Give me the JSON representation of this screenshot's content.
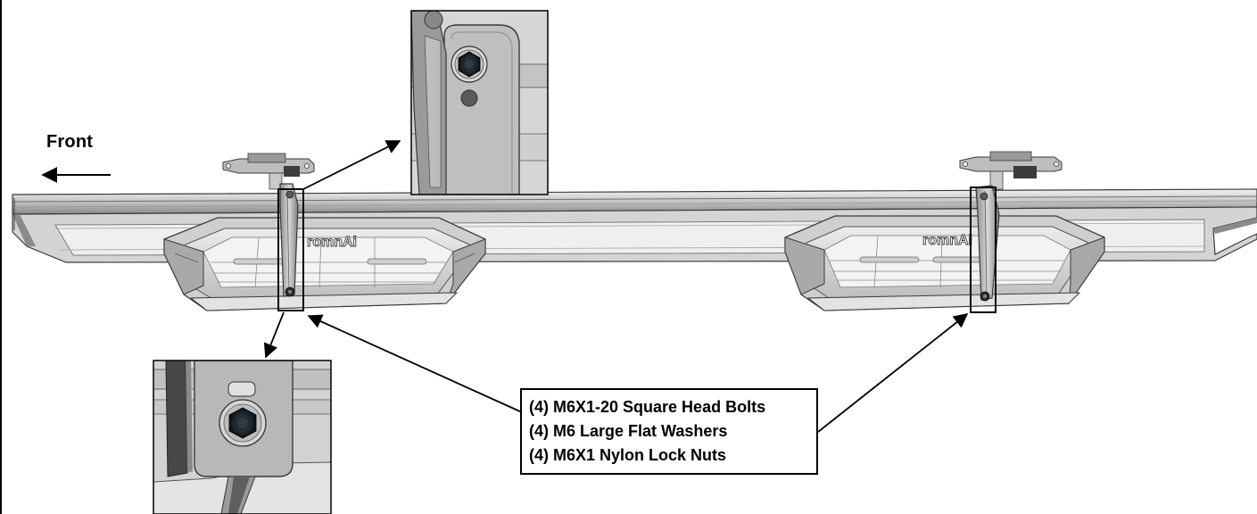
{
  "direction": {
    "label": "Front"
  },
  "step_brand": {
    "left": "romnAi",
    "right": "romnAi"
  },
  "hardware_callout": {
    "items": [
      "(4) M6X1-20 Square Head Bolts",
      "(4) M6 Large Flat Washers",
      "(4) M6X1 Nylon Lock Nuts"
    ]
  },
  "colors": {
    "line": "#000000",
    "metal_light": "#e6e6e6",
    "metal_mid": "#b8b8b8",
    "metal_dark": "#6e6e6e",
    "metal_outline": "#3a3a3a",
    "background": "#ffffff"
  }
}
